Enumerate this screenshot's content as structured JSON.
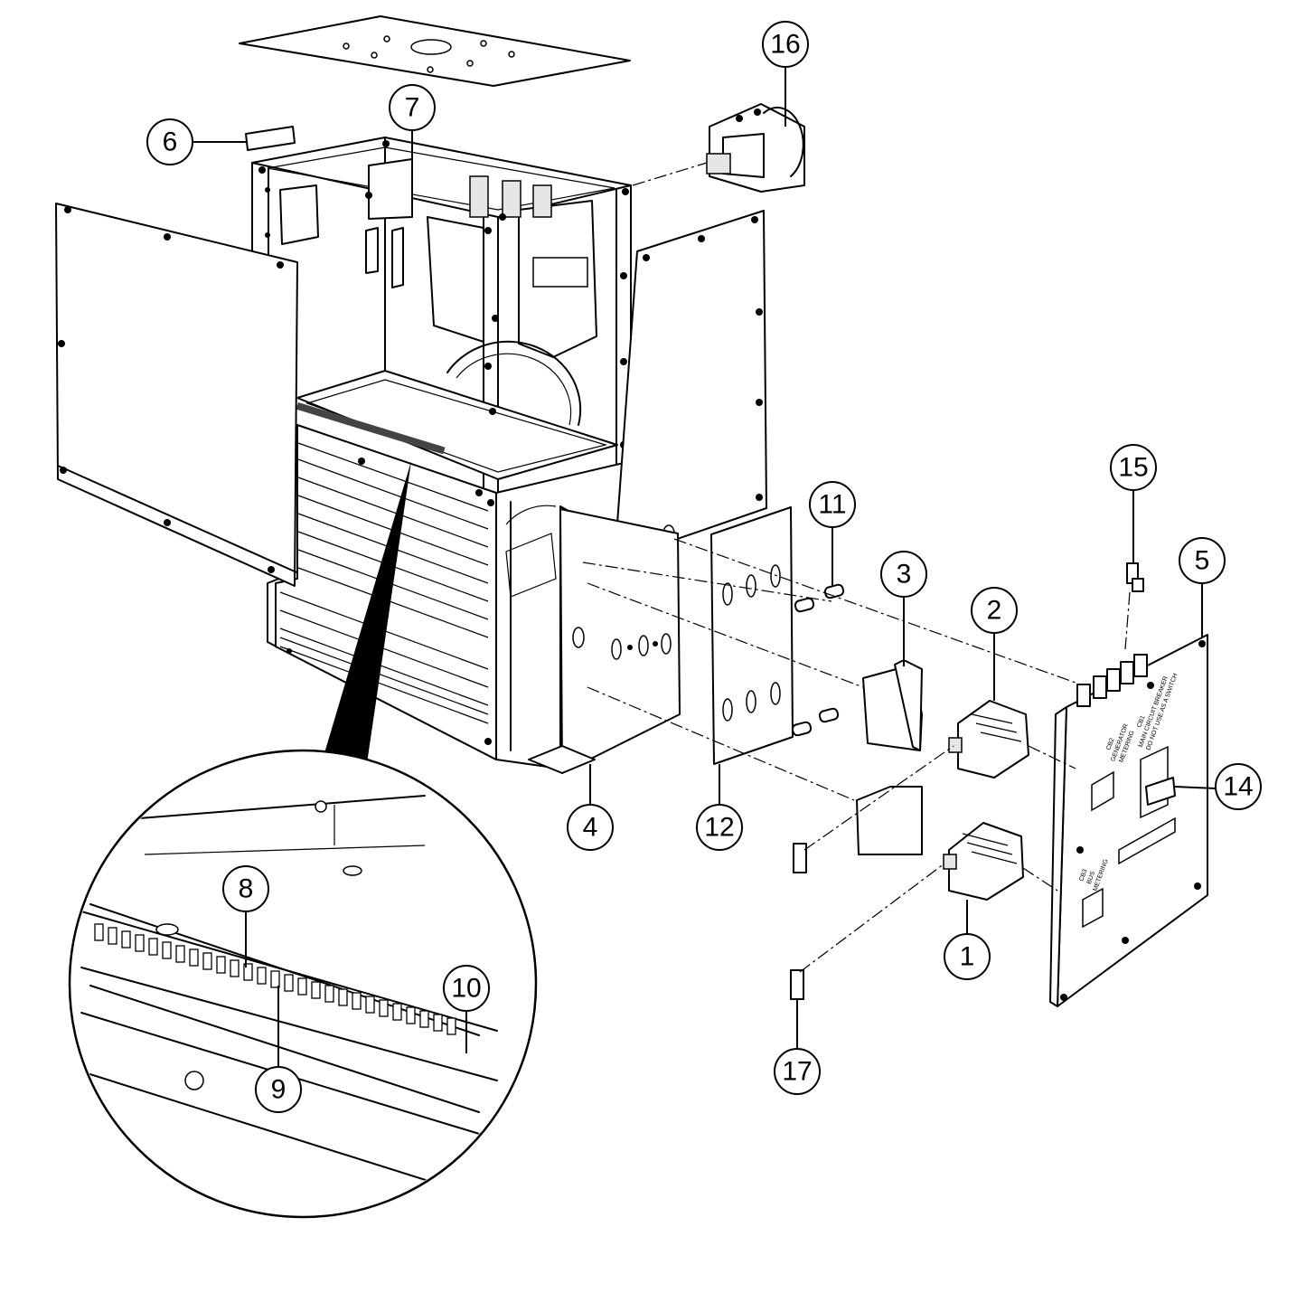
{
  "diagram": {
    "callouts": [
      {
        "id": "1",
        "label": "1"
      },
      {
        "id": "2",
        "label": "2"
      },
      {
        "id": "3",
        "label": "3"
      },
      {
        "id": "4",
        "label": "4"
      },
      {
        "id": "5",
        "label": "5"
      },
      {
        "id": "6",
        "label": "6"
      },
      {
        "id": "7",
        "label": "7"
      },
      {
        "id": "8",
        "label": "8"
      },
      {
        "id": "9",
        "label": "9"
      },
      {
        "id": "10",
        "label": "10"
      },
      {
        "id": "11",
        "label": "11"
      },
      {
        "id": "12",
        "label": "12"
      },
      {
        "id": "14",
        "label": "14"
      },
      {
        "id": "15",
        "label": "15"
      },
      {
        "id": "16",
        "label": "16"
      },
      {
        "id": "17",
        "label": "17"
      }
    ],
    "panel_text": {
      "cb1_line1": "CB1",
      "cb1_line2": "MAIN CIRCUIT BREAKER",
      "cb1_line3": "DO NOT USE AS A SWITCH",
      "cb2_line1": "CB2",
      "cb2_line2": "GENERATOR",
      "cb2_line3": "METERING",
      "cb3_line1": "CB3",
      "cb3_line2": "BUS",
      "cb3_line3": "METERING"
    }
  }
}
